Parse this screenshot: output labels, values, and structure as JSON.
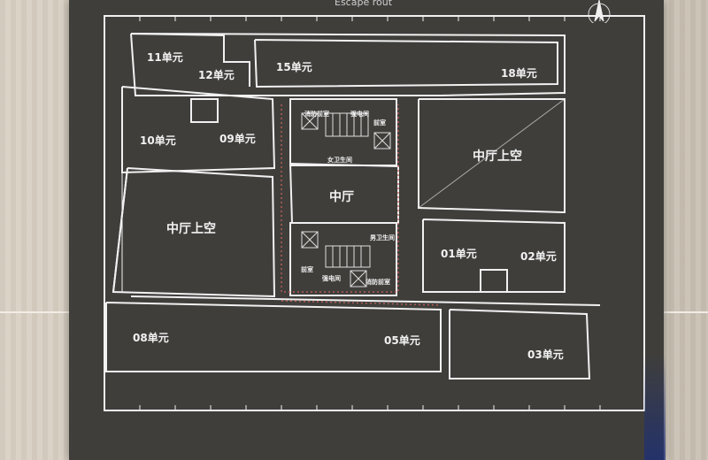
{
  "header": {
    "top_text": "Escape rout"
  },
  "units": {
    "u11": "11单元",
    "u12": "12单元",
    "u15": "15单元",
    "u18": "18单元",
    "u10": "10单元",
    "u09": "09单元",
    "u01": "01单元",
    "u02": "02单元",
    "u08": "08单元",
    "u05": "05单元",
    "u03": "03单元"
  },
  "spaces": {
    "atrium_void_left": "中厅上空",
    "atrium_void_right": "中厅上空",
    "atrium": "中厅"
  },
  "core": {
    "upper": {
      "fire_elevator": "消防前室",
      "elec_room": "强电间",
      "well": "前室",
      "restroom_f": "女卫生间"
    },
    "lower": {
      "restroom_m": "男卫生间",
      "fire_elevator": "消防前室",
      "well": "前室",
      "elec_room": "强电间"
    }
  },
  "colors": {
    "board": "#3f3e3b",
    "line": "#f1f1f1",
    "stone": "#d6cdbf",
    "accent_blue": "#1b2e7a"
  }
}
